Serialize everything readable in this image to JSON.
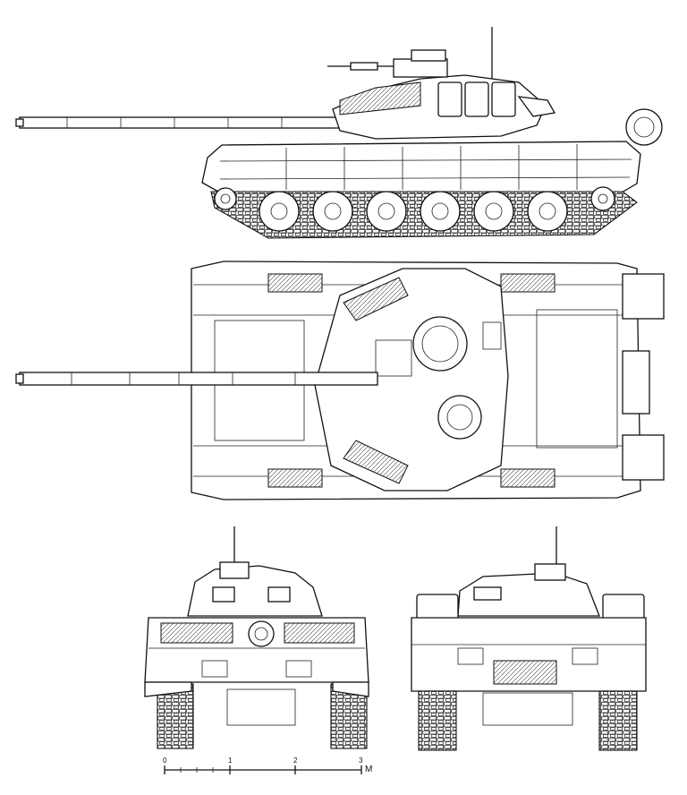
{
  "scale": {
    "ticks": [
      "0",
      "1",
      "2",
      "3"
    ],
    "unit": "M"
  }
}
